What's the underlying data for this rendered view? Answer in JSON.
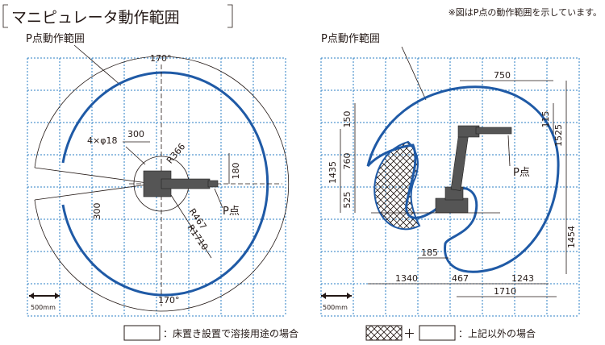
{
  "title": "マニピュレータ動作範囲",
  "note": "※図はP点の動作範囲を示しています。",
  "left_view": {
    "range_label": "P点動作範囲",
    "angle_top": "170°",
    "angle_bottom": "170°",
    "hole_label": "4×φ18",
    "dim_300_top": "300",
    "dim_r366": "R366",
    "dim_180": "180",
    "dim_300_left": "300",
    "dim_r467": "R467",
    "dim_r1710": "R1710",
    "p_point": "P点",
    "scale_label": "500mm"
  },
  "right_view": {
    "range_label": "P点動作範囲",
    "dim_750": "750",
    "dim_150": "150",
    "dim_115": "115",
    "dim_1525": "1525",
    "dim_1435": "1435",
    "dim_760": "760",
    "dim_525": "525",
    "dim_1454": "1454",
    "dim_185": "185",
    "dim_1340": "1340",
    "dim_467": "467",
    "dim_1243": "1243",
    "dim_1710": "1710",
    "p_point": "P点",
    "scale_label": "500mm"
  },
  "legend": {
    "floor_label": "：床置き設置で溶接用途の場合",
    "plus": "＋",
    "other_label": "：上記以外の場合"
  }
}
